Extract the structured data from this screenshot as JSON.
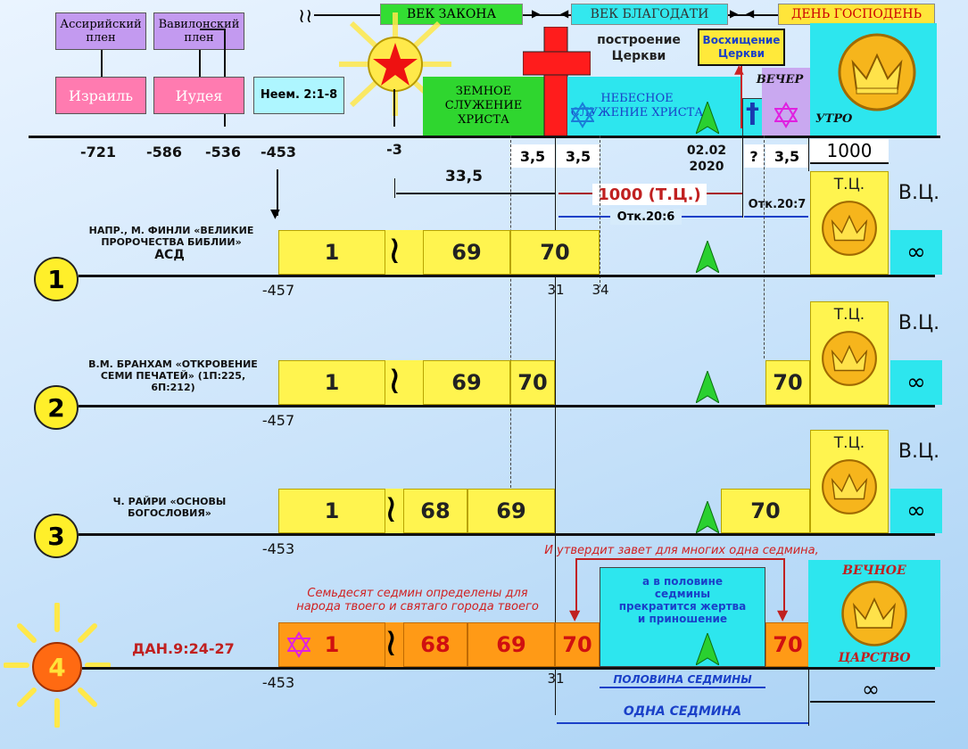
{
  "headers": {
    "law": "ВЕК ЗАКОНА",
    "grace": "ВЕК БЛАГОДАТИ",
    "lord": "ДЕНЬ ГОСПОДЕНЬ"
  },
  "top": {
    "assyrian": "Ассирийский плен",
    "babylon": "Вавилонский плен",
    "israel": "Израиль",
    "judea": "Иудея",
    "nehemiah": "Неем. 2:1-8",
    "earthly": "ЗЕМНОЕ СЛУЖЕНИЕ ХРИСТА",
    "church_building": "построение Церкви",
    "heavenly": "НЕБЕСНОЕ СЛУЖЕНИЕ ХРИСТА",
    "rapture": "Восхищение Церкви",
    "evening": "ВЕЧЕР",
    "morning": "УТРО"
  },
  "timeline": {
    "y721": "-721",
    "y586": "-586",
    "y536": "-536",
    "y453": "-453",
    "y3": "-3",
    "d3_5a": "3,5",
    "d3_5b": "3,5",
    "d3_5c": "3,5",
    "d33_5": "33,5",
    "date": "02.02 2020",
    "q": "?",
    "d1000": "1000",
    "tc1000": "1000 (Т.Ц.)",
    "otk206": "Отк.20:6",
    "otk207": "Отк.20:7"
  },
  "rows": [
    {
      "num": "1",
      "source": "НАПР., М. ФИНЛИ «ВЕЛИКИЕ ПРОРОЧЕСТВА БИБЛИИ»",
      "source2": "АСД",
      "start": "-457",
      "b1": "1",
      "b2": "69",
      "b3": "70",
      "m31": "31",
      "m34": "34",
      "tc": "Т.Ц.",
      "vc": "В.Ц.",
      "inf": "∞"
    },
    {
      "num": "2",
      "source": "В.М. БРАНХАМ «ОТКРОВЕНИЕ СЕМИ ПЕЧАТЕЙ» (1П:225, 6П:212)",
      "start": "-457",
      "b1": "1",
      "b2": "69",
      "b3": "70",
      "b4": "70",
      "tc": "Т.Ц.",
      "vc": "В.Ц.",
      "inf": "∞"
    },
    {
      "num": "3",
      "source": "Ч. РАЙРИ «ОСНОВЫ БОГОСЛОВИЯ»",
      "start": "-453",
      "b1": "1",
      "b2": "68",
      "b3": "69",
      "b4": "70",
      "tc": "Т.Ц.",
      "vc": "В.Ц.",
      "inf": "∞"
    },
    {
      "num": "4",
      "source": "ДАН.9:24-27",
      "start": "-453",
      "b1": "1",
      "b2": "68",
      "b3": "69",
      "b4": "70",
      "b5": "70",
      "m31": "31",
      "inf": "∞",
      "seventy": "Семьдесят седмин определены для народа твоего и святаго города твоего",
      "covenant": "И утвердит завет для многих одна седмина,",
      "half": "а в половине седмины прекратится жертва и приношение",
      "half_week": "ПОЛОВИНА СЕДМИНЫ",
      "one_week": "ОДНА СЕДМИНА",
      "eternal": "ВЕЧНОЕ",
      "kingdom": "ЦАРСТВО"
    }
  ],
  "colors": {
    "yellow": "#fff44f",
    "orange": "#ff9a16",
    "green": "#2fd62f",
    "cyan": "#2de6ee",
    "lavender": "#c9a8f0",
    "pink": "#ff7bb0",
    "red": "#ff1c1c"
  }
}
